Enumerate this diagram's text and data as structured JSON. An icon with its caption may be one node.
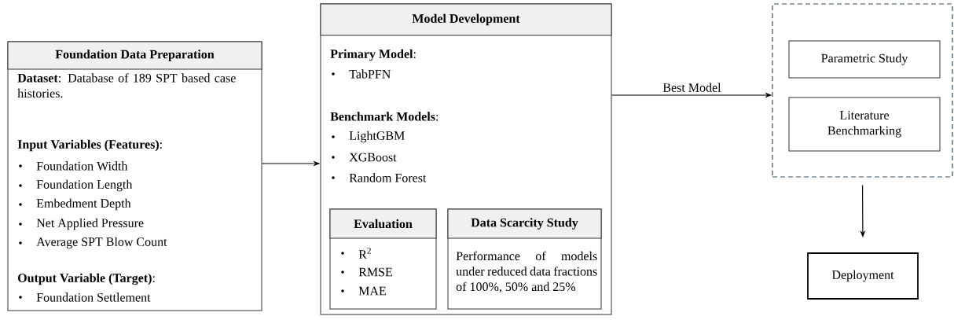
{
  "diagram": {
    "nodes": [
      {
        "text": [
          "Foundation Data Preparation",
          "**Dataset**: Database of 189 SPT based case histories.",
          "**Input Variables (Features)**:",
          "Foundation Width",
          "Foundation Length",
          "Embedment Depth",
          "Net Applied Pressure",
          "Average SPT Blow Count",
          "**Output Variable (Target)**:",
          "Foundation Settlement"
        ]
      },
      {
        "text": [
          "Model Development",
          "**Primary Model**:",
          "TabPFN",
          "**Benchmark Models**:",
          "LightGBM",
          "XGBoost",
          "Random Forest"
        ]
      },
      {
        "text": [
          "Evaluation",
          "R$^{2}$",
          "RMSE",
          "MAE"
        ],
        "in": 1
      },
      {
        "text": [
          "Data Scarcity Study",
          "Performance of models under reduced data fractions of 100%, 50% and 25%"
        ],
        "in": 1
      },
      {
        "text": [],
        "shape": "box"
      },
      {
        "text": [
          "Parametric Study"
        ],
        "in": 4
      },
      {
        "text": [
          "Literature Benchmarking"
        ],
        "in": 4
      },
      {
        "text": [
          "Deployment"
        ]
      }
    ],
    "edges": [
      {
        "from": 0,
        "to": 1,
        "arrow": "to"
      },
      {
        "from": 1,
        "to": 4,
        "arrow": "to",
        "label": "Best Model"
      },
      {
        "from": 4,
        "to": 7,
        "arrow": "to"
      }
    ]
  }
}
